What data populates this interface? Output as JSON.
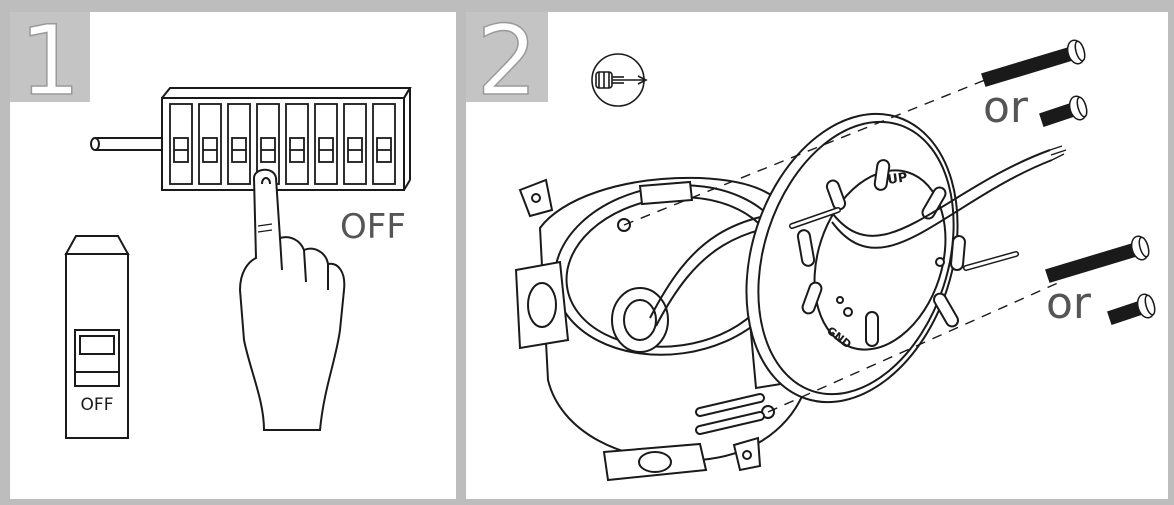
{
  "panels": [
    {
      "number": "1",
      "breaker_label": "OFF",
      "switch_label": "OFF"
    },
    {
      "number": "2",
      "or_label_top": "or",
      "or_label_bottom": "or",
      "bracket_label_up": "UP",
      "bracket_label_gnd": "GND"
    }
  ],
  "colors": {
    "frame": "#bdbdbd",
    "ink": "#1a1a1a",
    "label_gray": "#555555"
  }
}
